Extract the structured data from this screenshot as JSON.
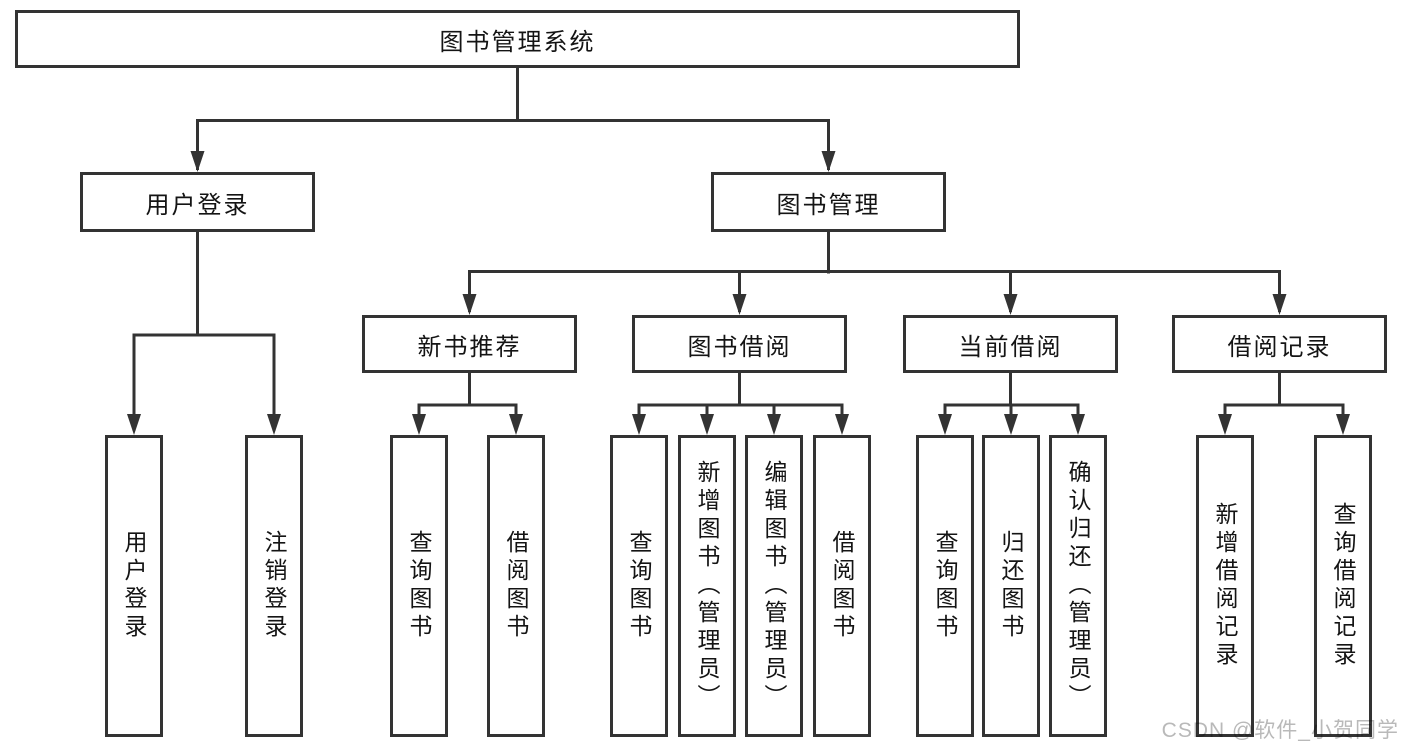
{
  "diagram": {
    "root": {
      "label": "图书管理系统"
    },
    "branches": [
      {
        "label": "用户登录",
        "children": [
          {
            "label": "用户登录"
          },
          {
            "label": "注销登录"
          }
        ]
      },
      {
        "label": "图书管理",
        "sections": [
          {
            "label": "新书推荐",
            "children": [
              {
                "label": "查询图书"
              },
              {
                "label": "借阅图书"
              }
            ]
          },
          {
            "label": "图书借阅",
            "children": [
              {
                "label": "查询图书"
              },
              {
                "label": "新增图书（管理员）"
              },
              {
                "label": "编辑图书（管理员）"
              },
              {
                "label": "借阅图书"
              }
            ]
          },
          {
            "label": "当前借阅",
            "children": [
              {
                "label": "查询图书"
              },
              {
                "label": "归还图书"
              },
              {
                "label": "确认归还（管理员）"
              }
            ]
          },
          {
            "label": "借阅记录",
            "children": [
              {
                "label": "新增借阅记录"
              },
              {
                "label": "查询借阅记录"
              }
            ]
          }
        ]
      }
    ]
  },
  "watermark": {
    "text": "CSDN @软件_小贺同学"
  },
  "colors": {
    "line": "#333333",
    "box_border": "#333333",
    "text": "#141414",
    "watermark": "#b9b9b9",
    "background": "#ffffff"
  }
}
